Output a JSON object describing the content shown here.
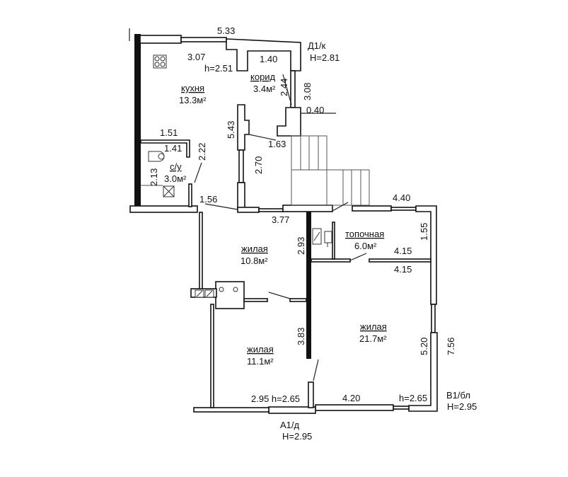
{
  "rooms": {
    "kitchen": {
      "name": "кухня",
      "area": "13.3м²"
    },
    "corridor": {
      "name": "корид",
      "area": "3.4м²"
    },
    "bathroom": {
      "name": "с/у",
      "area": "3.0м²"
    },
    "living1": {
      "name": "жилая",
      "area": "10.8м²"
    },
    "living2": {
      "name": "жилая",
      "area": "11.1м²"
    },
    "living3": {
      "name": "жилая",
      "area": "21.7м²"
    },
    "boiler": {
      "name": "топочная",
      "area": "6.0м²"
    }
  },
  "dimensions": {
    "top_width": "5.33",
    "kitchen_width": "3.07",
    "kitchen_height": "h=2.51",
    "corridor_width": "1.40",
    "corridor_len": "2.44",
    "right_upper": "3.08",
    "step": "0.40",
    "partition": "5.43",
    "d163": "1.63",
    "d270": "2.70",
    "bath_151": "1.51",
    "bath_141": "1.41",
    "bath_222": "2.22",
    "bath_213": "2.13",
    "d156": "1.56",
    "d377": "3.77",
    "d440": "4.40",
    "d293": "2.93",
    "d155": "1.55",
    "d415a": "4.15",
    "d415b": "4.15",
    "d383": "3.83",
    "d520": "5.20",
    "d756": "7.56",
    "d295": "2.95 h=2.65",
    "d420": "4.20",
    "h265": "h=2.65"
  },
  "markers": {
    "d1": {
      "label": "Д1/к",
      "height": "H=2.81"
    },
    "a1": {
      "label": "А1/д",
      "height": "H=2.95"
    },
    "v1": {
      "label": "В1/бл",
      "height": "H=2.95"
    }
  }
}
